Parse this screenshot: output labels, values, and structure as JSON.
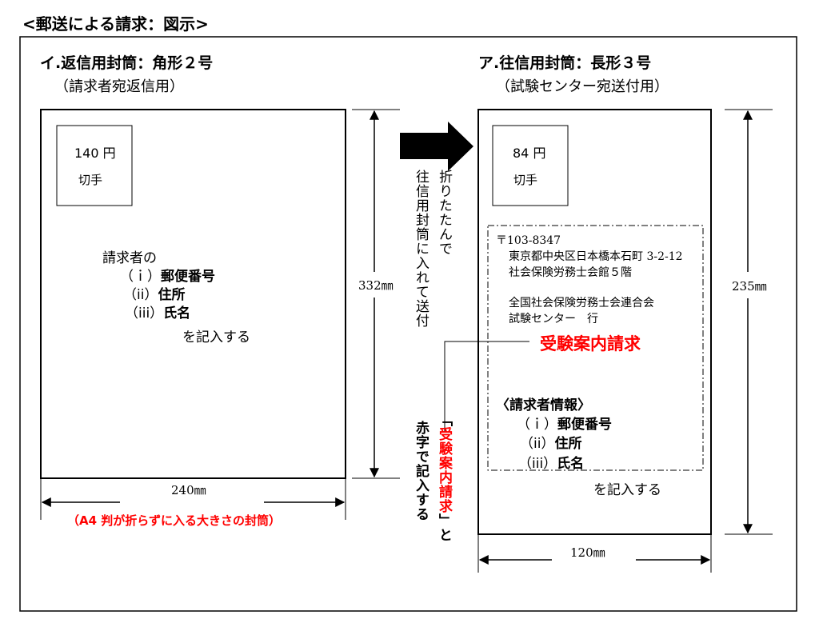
{
  "header": "<郵送による請求：図示>",
  "left": {
    "title": "イ.返信用封筒：角形２号",
    "subtitle": "（請求者宛返信用）",
    "stamp_price": "140 円",
    "stamp_label": "切手",
    "instr_head": "請求者の",
    "instr_item1_prefix": "（ｉ）",
    "instr_item1": "郵便番号",
    "instr_item2_prefix": "（ii）",
    "instr_item2": "住所",
    "instr_item3_prefix": "（iii）",
    "instr_item3": "氏名",
    "instr_tail": "を記入する",
    "height_label": "332㎜",
    "width_label": "240㎜",
    "note": "（A4 判が折らずに入る大きさの封筒）"
  },
  "middle": {
    "fold_text_1": "折りたたんで",
    "fold_text_2": "往信用封筒に入れて送付",
    "red_text_open": "「",
    "red_text": "受験案内請求",
    "red_text_close": "」と",
    "red_text_2": "赤字で記入する"
  },
  "right": {
    "title": "ア.往信用封筒：長形３号",
    "subtitle": "（試験センター宛送付用）",
    "stamp_price": "84 円",
    "stamp_label": "切手",
    "postal": "〒103-8347",
    "addr1": "東京都中央区日本橋本石町 3-2-12",
    "addr2": "社会保険労務士会館５階",
    "addr3": "全国社会保険労務士会連合会",
    "addr4": "試験センター　行",
    "request": "受験案内請求",
    "info_head": "〈請求者情報〉",
    "info_item1_prefix": "（ｉ）",
    "info_item1": "郵便番号",
    "info_item2_prefix": "（ii）",
    "info_item2": "住所",
    "info_item3_prefix": "（iii）",
    "info_item3": "氏名",
    "info_tail": "を記入する",
    "height_label": "235㎜",
    "width_label": "120㎜"
  },
  "colors": {
    "accent_red": "#ff0000",
    "line": "#000000"
  }
}
